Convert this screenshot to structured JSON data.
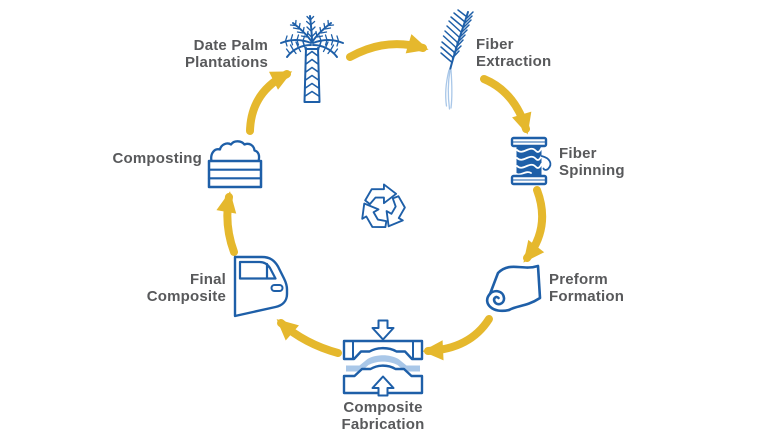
{
  "theme": {
    "arrow_yellow": "#E5B82D",
    "icon_blue": "#1E5FA8",
    "icon_light_blue": "#A9C7E8",
    "label_gray": "#58595B"
  },
  "diagram": {
    "type": "circular-lifecycle",
    "center_icon": "recycle-icon",
    "steps": [
      {
        "id": "date-palm-plantations",
        "line1": "Date Palm",
        "line2": "Plantations",
        "icon": "palm-tree-icon"
      },
      {
        "id": "fiber-extraction",
        "line1": "Fiber",
        "line2": "Extraction",
        "icon": "palm-frond-fiber-icon"
      },
      {
        "id": "fiber-spinning",
        "line1": "Fiber",
        "line2": "Spinning",
        "icon": "thread-spool-icon"
      },
      {
        "id": "preform-formation",
        "line1": "Preform",
        "line2": "Formation",
        "icon": "fabric-roll-icon"
      },
      {
        "id": "composite-fabrication",
        "line1": "Composite",
        "line2": "Fabrication",
        "icon": "mold-press-icon"
      },
      {
        "id": "final-composite",
        "line1": "Final",
        "line2": "Composite",
        "icon": "car-door-icon"
      },
      {
        "id": "composting",
        "line1": "Composting",
        "line2": "",
        "icon": "compost-bin-icon"
      }
    ],
    "connections": [
      {
        "from": "date-palm-plantations",
        "to": "fiber-extraction"
      },
      {
        "from": "fiber-extraction",
        "to": "fiber-spinning"
      },
      {
        "from": "fiber-spinning",
        "to": "preform-formation"
      },
      {
        "from": "preform-formation",
        "to": "composite-fabrication"
      },
      {
        "from": "composite-fabrication",
        "to": "final-composite"
      },
      {
        "from": "final-composite",
        "to": "composting"
      },
      {
        "from": "composting",
        "to": "date-palm-plantations"
      }
    ]
  }
}
